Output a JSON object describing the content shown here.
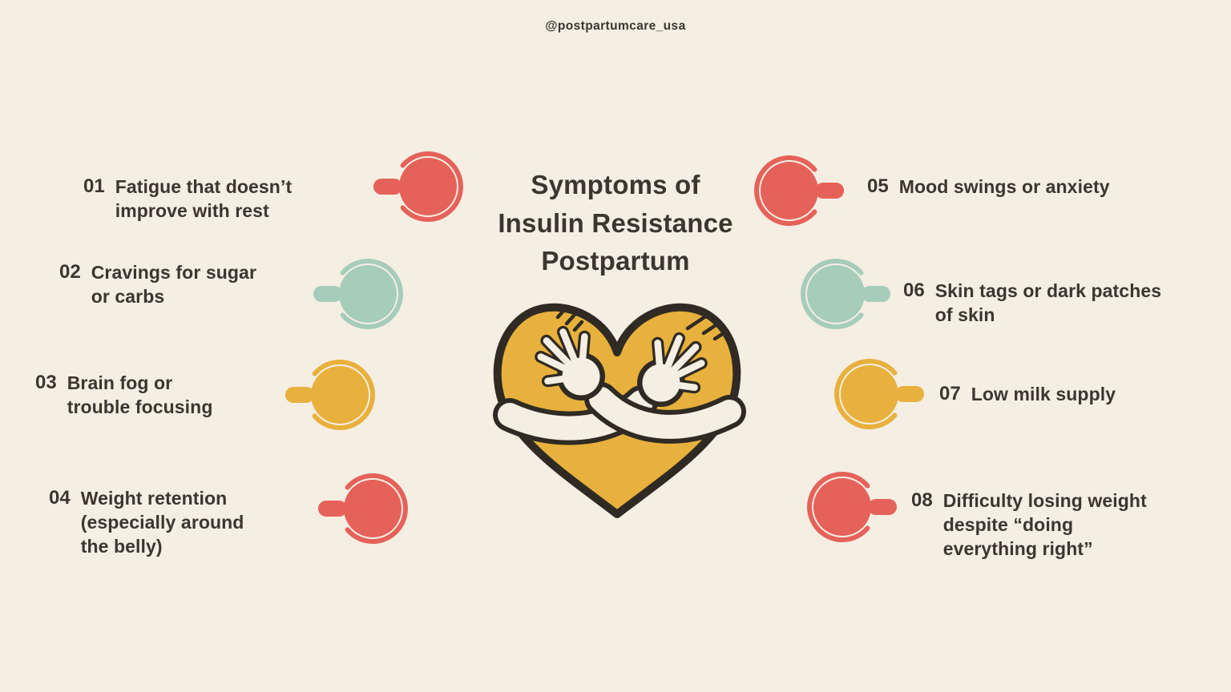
{
  "handle": "@postpartumcare_usa",
  "title": "Symptoms of\nInsulin Resistance\nPostpartum",
  "colors": {
    "background": "#f5eee3",
    "text": "#3a372f",
    "outline": "#2f2b24",
    "red": "#e5625a",
    "teal": "#a6ccba",
    "yellow": "#e8b13d",
    "skin": "#f5eee3"
  },
  "icons": {
    "center": "self-hug-heart-icon",
    "marker": "lollipop-circle-icon"
  },
  "items": [
    {
      "number": "01",
      "text": "Fatigue that doesn’t\nimprove with rest",
      "color": "red",
      "side": "left"
    },
    {
      "number": "02",
      "text": "Cravings for sugar\nor carbs",
      "color": "teal",
      "side": "left"
    },
    {
      "number": "03",
      "text": "Brain fog or\ntrouble focusing",
      "color": "yellow",
      "side": "left"
    },
    {
      "number": "04",
      "text": "Weight retention\n(especially around\nthe belly)",
      "color": "red",
      "side": "left"
    },
    {
      "number": "05",
      "text": "Mood swings or anxiety",
      "color": "red",
      "side": "right"
    },
    {
      "number": "06",
      "text": "Skin tags or dark patches\nof skin",
      "color": "teal",
      "side": "right"
    },
    {
      "number": "07",
      "text": "Low milk supply",
      "color": "yellow",
      "side": "right"
    },
    {
      "number": "08",
      "text": "Difficulty losing weight\ndespite “doing\neverything right”",
      "color": "red",
      "side": "right"
    }
  ]
}
